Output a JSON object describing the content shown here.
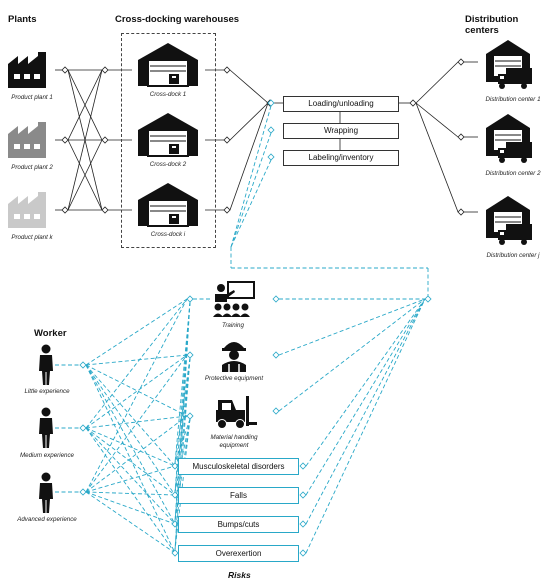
{
  "headers": {
    "plants": "Plants",
    "crossdocking": "Cross-docking warehouses",
    "distribution": "Distribution centers",
    "worker": "Worker",
    "risks": "Risks"
  },
  "plants": [
    "Product plant 1",
    "Product plant 2",
    "Product plant k"
  ],
  "crossdocks": [
    "Cross-dock 1",
    "Cross-dock 2",
    "Cross-dock i"
  ],
  "distribution_centers": [
    "Distribution center 1",
    "Distribution center 2",
    "Distribution center j"
  ],
  "processes": [
    "Loading/unloading",
    "Wrapping",
    "Labeling/inventory"
  ],
  "controls": [
    "Training",
    "Protective equipment",
    "Material handling equipment"
  ],
  "workers": [
    "Little experience",
    "Medium experience",
    "Advanced experience"
  ],
  "risks": [
    "Musculoskeletal disorders",
    "Falls",
    "Bumps/cuts",
    "Overexertion"
  ],
  "colors": {
    "dashed_link": "#29a8c8",
    "solid_link": "#222222",
    "icon_dark": "#111111",
    "plant_mid": "#8a8a8a",
    "plant_light": "#c9c9c9"
  }
}
